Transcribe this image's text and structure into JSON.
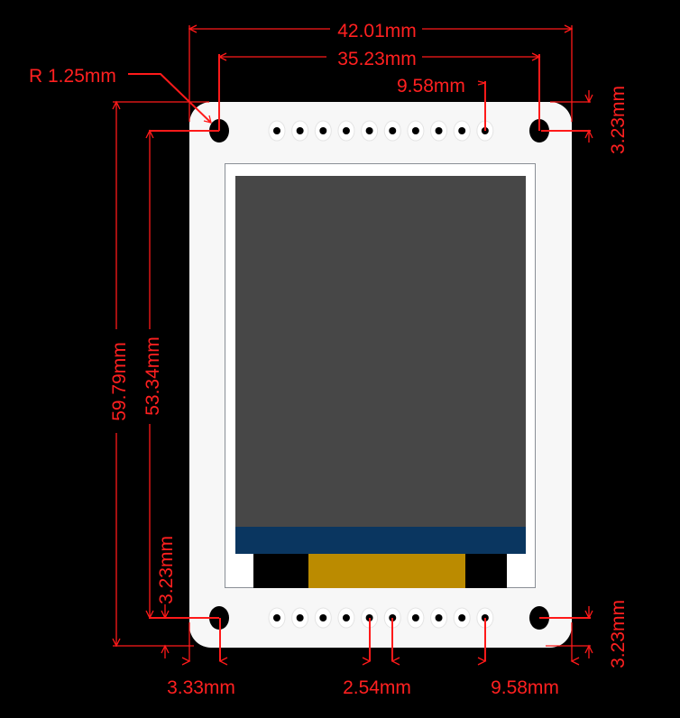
{
  "dimensions": {
    "overall_width": "42.01mm",
    "hole_spacing_width": "35.23mm",
    "corner_radius": "R 1.25mm",
    "top_pin_offset": "9.58mm",
    "top_right_edge_to_hole": "3.23mm",
    "overall_height": "59.79mm",
    "hole_spacing_height": "53.34mm",
    "bottom_left_edge_to_hole": "3.23mm",
    "bottom_right_edge_to_hole": "3.23mm",
    "left_edge_to_hole": "3.33mm",
    "pin_pitch": "2.54mm",
    "bottom_pin_offset": "9.58mm"
  },
  "colors": {
    "dimension": "#ff1a1a",
    "board": "#f7f7f7",
    "screen": "#474747",
    "screen_band": "#0a3660",
    "flex_cable": "#bb8b00"
  },
  "pins_per_header": 10
}
